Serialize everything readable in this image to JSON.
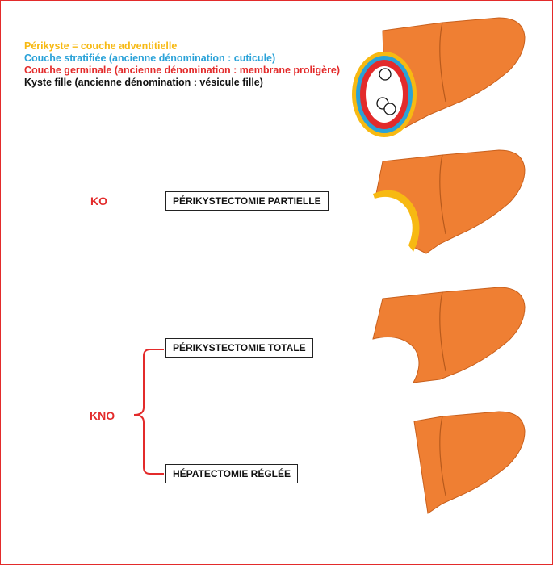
{
  "colors": {
    "orange": "#ef7f33",
    "yellow": "#f7b912",
    "blue": "#2aa2d8",
    "red": "#e32b2b",
    "black": "#111111"
  },
  "legend": {
    "pericyst": "Périkyste = couche adventitielle",
    "laminated": "Couche stratifiée (ancienne dénomination : cuticule)",
    "germinal": "Couche germinale (ancienne dénomination : membrane proligère)",
    "daughter": "Kyste fille  (ancienne dénomination : vésicule fille)"
  },
  "tags": {
    "ko": "KO",
    "kno": "KNO"
  },
  "procedures": {
    "partial": "PÉRIKYSTECTOMIE PARTIELLE",
    "total": "PÉRIKYSTECTOMIE TOTALE",
    "hepatectomy": "HÉPATECTOMIE RÉGLÉE"
  }
}
